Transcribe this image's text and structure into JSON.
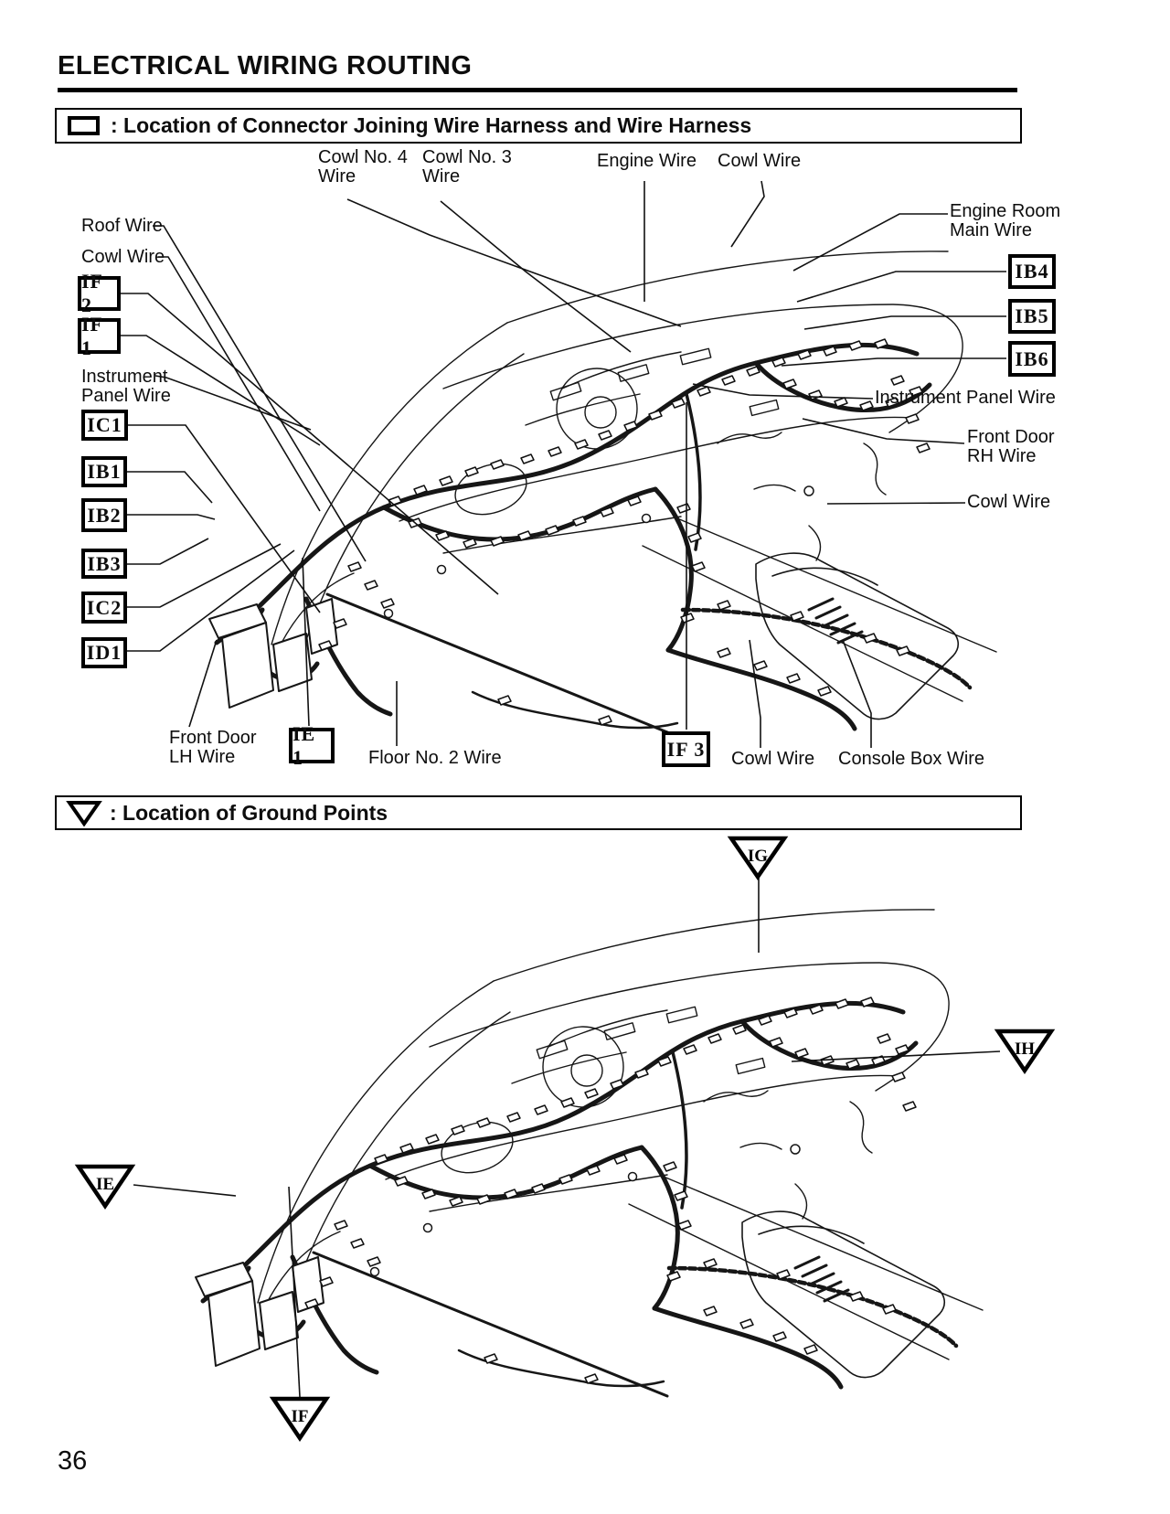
{
  "page": {
    "title": "ELECTRICAL WIRING ROUTING",
    "number": "36"
  },
  "sections": {
    "connectors": {
      "icon": "open-rectangle",
      "label": ": Location of Connector Joining Wire Harness and Wire Harness"
    },
    "grounds": {
      "icon": "inverted-triangle",
      "label": ": Location of Ground Points"
    }
  },
  "connector_diagram": {
    "labels": {
      "cowl_no4": {
        "line1": "Cowl No. 4",
        "line2": "Wire"
      },
      "cowl_no3": {
        "line1": "Cowl No. 3",
        "line2": "Wire"
      },
      "engine_wire": {
        "line1": "Engine Wire"
      },
      "cowl_wire_top": {
        "line1": "Cowl Wire"
      },
      "roof_wire": {
        "line1": "Roof Wire"
      },
      "cowl_wire_left": {
        "line1": "Cowl Wire"
      },
      "instrument_panel_left": {
        "line1": "Instrument",
        "line2": "Panel Wire"
      },
      "front_door_lh": {
        "line1": "Front Door",
        "line2": "LH Wire"
      },
      "floor_no2": {
        "line1": "Floor No. 2 Wire"
      },
      "cowl_wire_bottom": {
        "line1": "Cowl Wire"
      },
      "console_box": {
        "line1": "Console Box Wire"
      },
      "engine_room_main": {
        "line1": "Engine Room",
        "line2": "Main Wire"
      },
      "instrument_panel_right": {
        "line1": "Instrument Panel Wire"
      },
      "front_door_rh": {
        "line1": "Front Door",
        "line2": "RH Wire"
      },
      "cowl_wire_right": {
        "line1": "Cowl Wire"
      }
    },
    "codes": {
      "if2": "IF 2",
      "if1": "IF 1",
      "ic1": "IC1",
      "ib1": "IB1",
      "ib2": "IB2",
      "ib3": "IB3",
      "ic2": "IC2",
      "id1": "ID1",
      "ie1": "IE 1",
      "if3": "IF 3",
      "ib4": "IB4",
      "ib5": "IB5",
      "ib6": "IB6"
    }
  },
  "ground_diagram": {
    "points": {
      "ig": "IG",
      "ih": "IH",
      "ie": "IE",
      "if": "IF"
    }
  }
}
